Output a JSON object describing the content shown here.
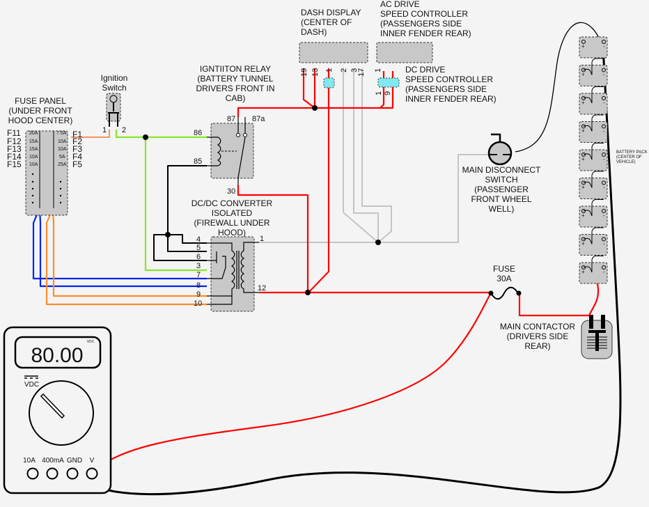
{
  "colors": {
    "background": "#f4f4f4",
    "component_fill": "#c8c8c8",
    "connector_fill": "#80e8f0",
    "wire_red": "#ff0000",
    "wire_green": "#88e62a",
    "wire_black": "#000000",
    "wire_blue": "#0022ee",
    "wire_orange": "#ff8c2a",
    "wire_salmon": "#f5935c",
    "wire_gray": "#c4c4c4"
  },
  "fuse_panel": {
    "title": [
      "FUSE PANEL",
      "(UNDER FRONT",
      "HOOD CENTER)"
    ],
    "left_fuses": [
      {
        "id": "F11",
        "rating": "20A"
      },
      {
        "id": "F12",
        "rating": "15A"
      },
      {
        "id": "F13",
        "rating": "15A"
      },
      {
        "id": "F14",
        "rating": "10A"
      },
      {
        "id": "F15",
        "rating": "10A"
      }
    ],
    "right_fuses": [
      {
        "id": "F1",
        "rating": "7.5A"
      },
      {
        "id": "F2",
        "rating": "10A"
      },
      {
        "id": "F3",
        "rating": "10A"
      },
      {
        "id": "F4",
        "rating": "5A"
      },
      {
        "id": "F5",
        "rating": "25A"
      }
    ]
  },
  "ignition_switch": {
    "title": [
      "Ignition",
      "Switch"
    ],
    "pins": [
      "1",
      "2"
    ]
  },
  "ignition_relay": {
    "title": [
      "IGNTIITON RELAY",
      "(BATTERY TUNNEL",
      "DRIVERS FRONT IN",
      "CAB)"
    ],
    "pins": {
      "p87": "87",
      "p87a": "87a",
      "p86": "86",
      "p85": "85",
      "p30": "30"
    }
  },
  "dash_display": {
    "title": [
      "DASH DISPLAY",
      "(CENTER OF",
      "DASH)"
    ],
    "pins": [
      "19",
      "13",
      "1",
      "2",
      "3",
      "17"
    ]
  },
  "ac_drive": {
    "title": [
      "AC DRIVE",
      "SPEED CONTROLLER",
      "(PASSENGERS SIDE",
      "INNER FENDER REAR)"
    ],
    "pins": [
      "1"
    ]
  },
  "dc_drive": {
    "title": [
      "DC DRIVE",
      "SPEED CONTROLLER",
      "(PASSENGERS SIDE",
      "INNER FENDER REAR)"
    ],
    "pins": [
      "1",
      "9"
    ]
  },
  "dcdc_converter": {
    "title": [
      "DC/DC CONVERTER",
      "ISOLATED",
      "(FIREWALL UNDER",
      "HOOD)"
    ],
    "left_pins": [
      "4",
      "5",
      "6",
      "3",
      "7",
      "8",
      "9",
      "10"
    ],
    "right_pins": [
      "1",
      "12"
    ]
  },
  "main_disconnect": {
    "title": [
      "MAIN DISCONNECT",
      "SWITCH",
      "(PASSENGER",
      "FRONT WHEEL",
      "WELL)"
    ]
  },
  "fuse": {
    "title": [
      "FUSE",
      "30A"
    ]
  },
  "main_contactor": {
    "title": [
      "MAIN CONTACTOR",
      "(DRIVERS SIDE",
      "REAR)"
    ]
  },
  "battery_pack": {
    "title": [
      "BATTERY PACK",
      "(CENTER OF",
      "VEHICLE)"
    ],
    "count": 9,
    "plus": "+",
    "minus": "-"
  },
  "multimeter": {
    "reading": "80.00",
    "reading_unit": "VDC",
    "mode_label": "VDC",
    "jacks": [
      "10A",
      "400mA",
      "GND",
      "V"
    ]
  }
}
